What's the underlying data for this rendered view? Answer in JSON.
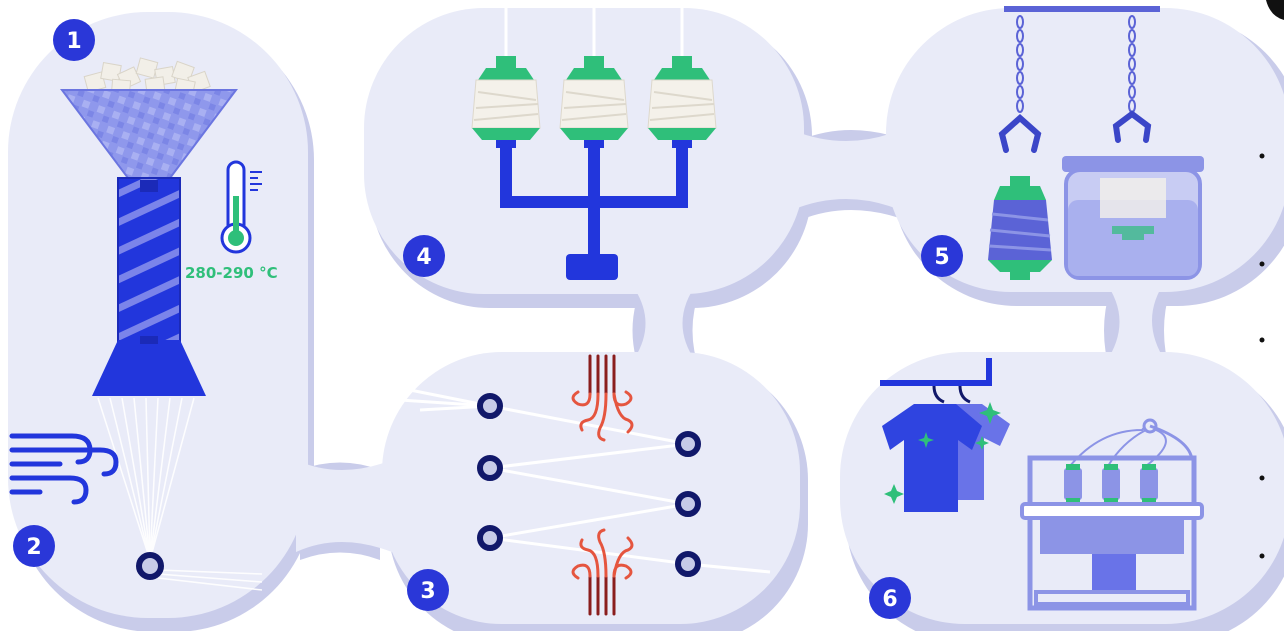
{
  "diagram": {
    "steps": [
      {
        "number": "1",
        "name": "melting-hopper"
      },
      {
        "number": "2",
        "name": "cooling-spinneret"
      },
      {
        "number": "3",
        "name": "drawing-rollers"
      },
      {
        "number": "4",
        "name": "yarn-winding"
      },
      {
        "number": "5",
        "name": "dyeing"
      },
      {
        "number": "6",
        "name": "knitting-garments"
      }
    ],
    "temperature_label": "280-290 °C"
  },
  "colors": {
    "background": "#ffffff",
    "panel": "#e9ebf8",
    "panel_shadow": "#c9ccea",
    "primary_blue": "#2236dc",
    "badge_blue": "#2a37d8",
    "navy": "#11186a",
    "green": "#2fbf7a",
    "heat_red": "#e5553f",
    "heat_dark": "#8a1d1d",
    "lavender": "#8c94e6"
  }
}
